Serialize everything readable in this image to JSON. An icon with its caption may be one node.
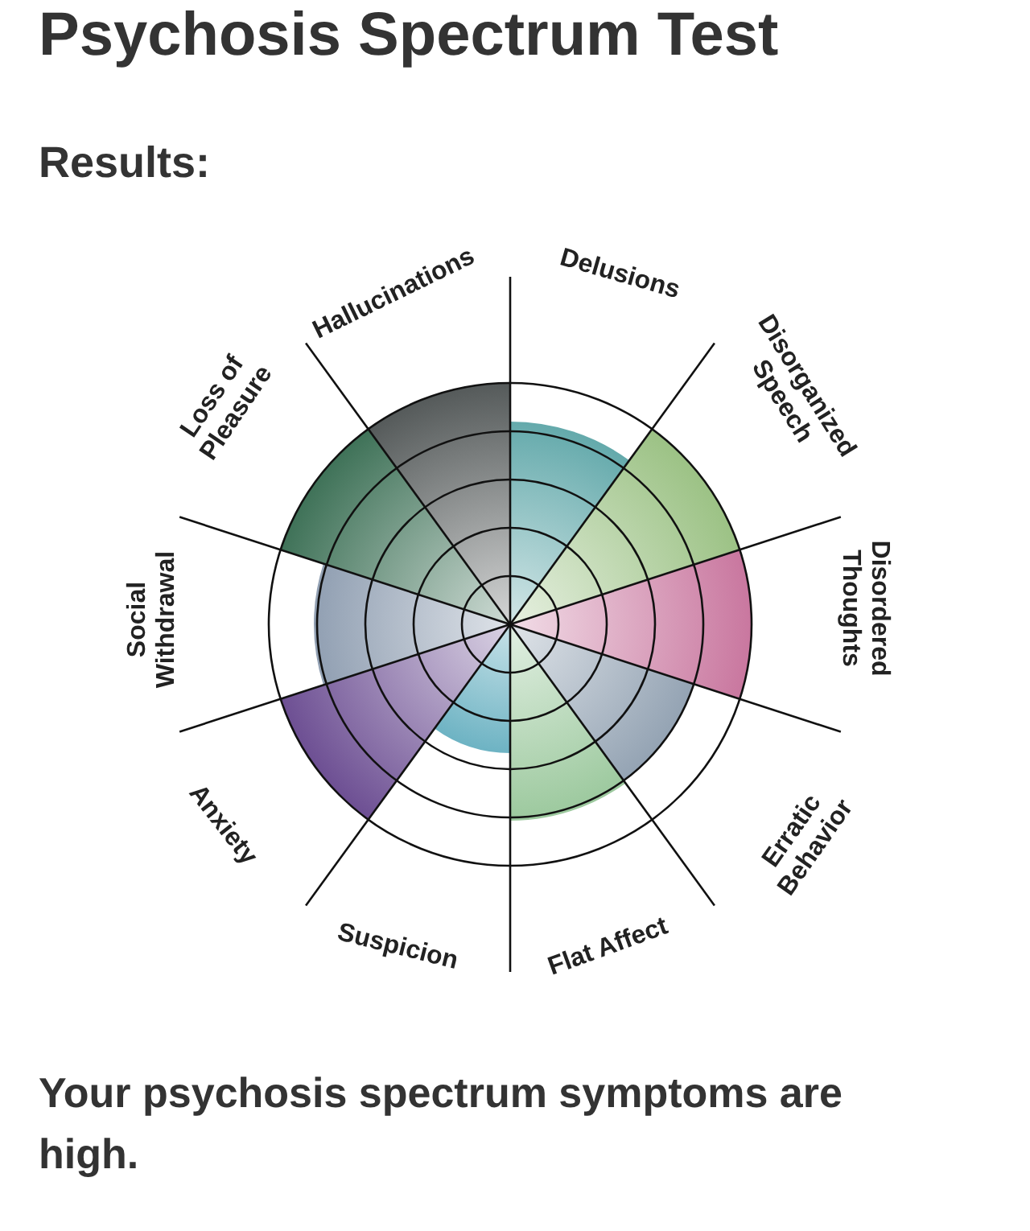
{
  "diagram": {
    "title": "Psychosis Spectrum Test",
    "labels": [
      "Results:",
      "Hallucinations",
      "Delusions",
      "Disorganized Speech",
      "Disordered Thoughts",
      "Erratic Behavior",
      "Flat Affect",
      "Suspicion",
      "Anxiety",
      "Social Withdrawal",
      "Loss of Pleasure"
    ],
    "caption": "Your psychosis spectrum symptoms are high."
  }
}
